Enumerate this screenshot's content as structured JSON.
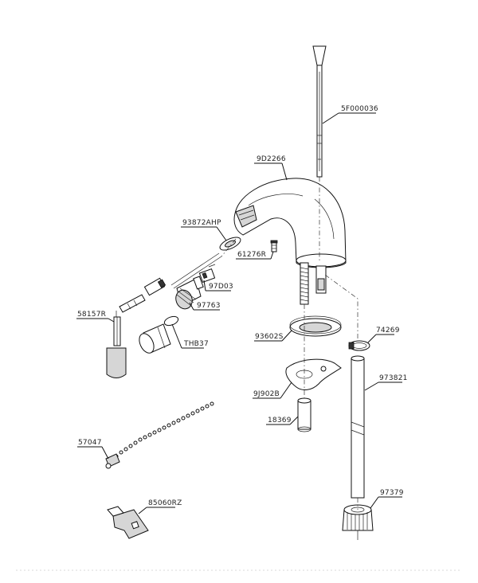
{
  "parts": [
    {
      "id": "p1",
      "label": "5F000036"
    },
    {
      "id": "p2",
      "label": "9D2266"
    },
    {
      "id": "p3",
      "label": "93872AHP"
    },
    {
      "id": "p4",
      "label": "61276R"
    },
    {
      "id": "p5",
      "label": "97D03"
    },
    {
      "id": "p6",
      "label": "97763"
    },
    {
      "id": "p7",
      "label": "58157R"
    },
    {
      "id": "p8",
      "label": "THB37"
    },
    {
      "id": "p9",
      "label": "93602S"
    },
    {
      "id": "p10",
      "label": "74269"
    },
    {
      "id": "p11",
      "label": "973821"
    },
    {
      "id": "p12",
      "label": "9J902B"
    },
    {
      "id": "p13",
      "label": "18369"
    },
    {
      "id": "p14",
      "label": "57047"
    },
    {
      "id": "p15",
      "label": "97379"
    },
    {
      "id": "p16",
      "label": "85060RZ"
    }
  ]
}
